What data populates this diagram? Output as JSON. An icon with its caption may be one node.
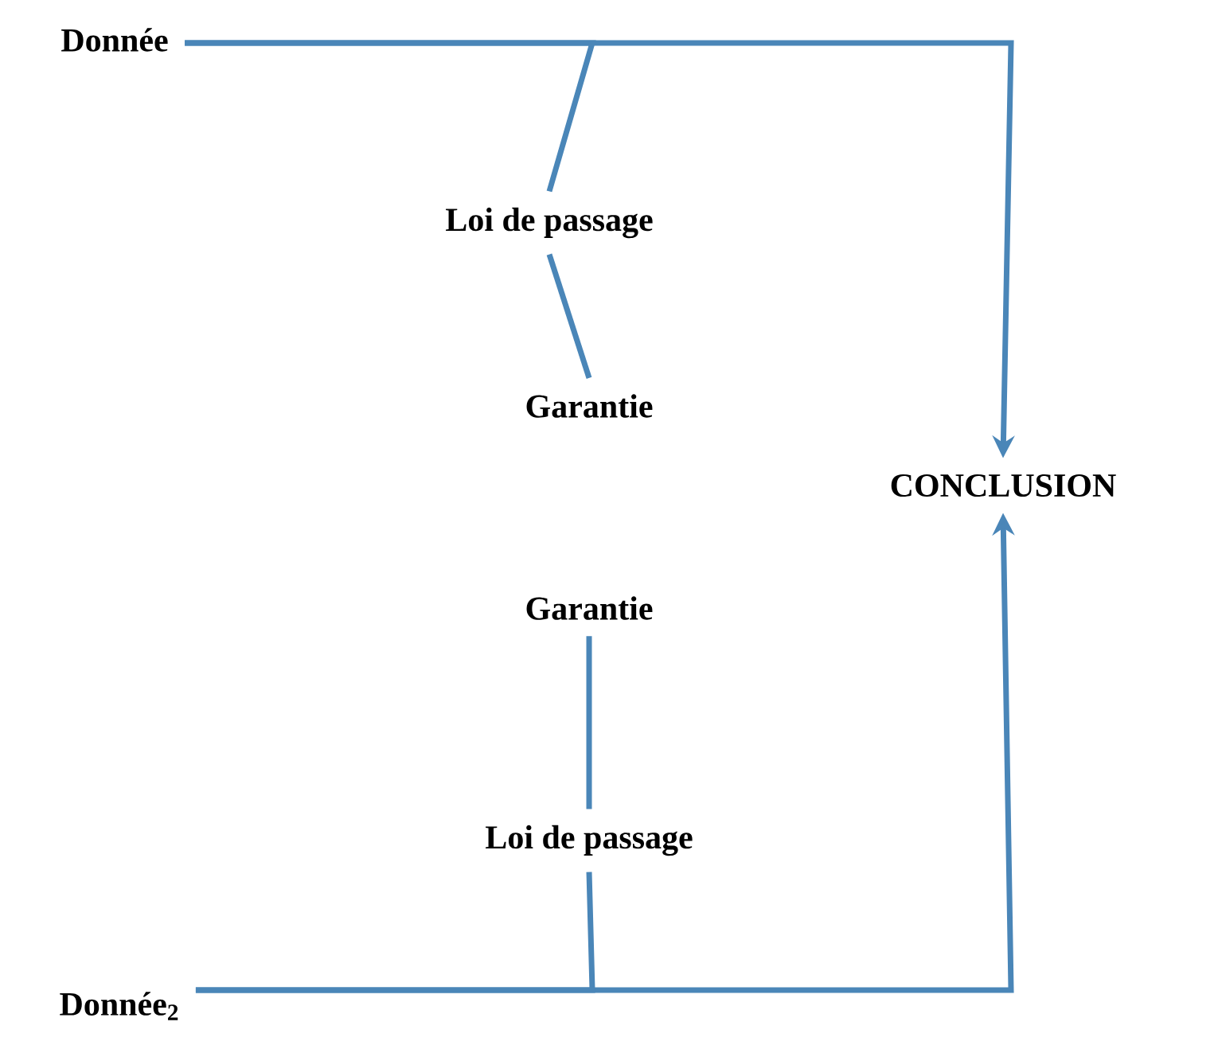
{
  "diagram": {
    "nodes": [
      {
        "text": [
          "Donnée"
        ]
      },
      {
        "text": [
          "Loi de passage"
        ]
      },
      {
        "text": [
          "Garantie"
        ]
      },
      {
        "text": [
          "CONCLUSION"
        ]
      },
      {
        "text": [
          "Garantie"
        ]
      },
      {
        "text": [
          "Loi de passage"
        ]
      },
      {
        "text": [
          "Donnée$_{2}$"
        ]
      }
    ],
    "edges": [
      {
        "from": 0,
        "to": 3,
        "arrow": "to"
      },
      {
        "from": 0,
        "to": 1,
        "arrow": "none"
      },
      {
        "from": 1,
        "to": 2,
        "arrow": "none"
      },
      {
        "from": 6,
        "to": 3,
        "arrow": "to"
      },
      {
        "from": 6,
        "to": 5,
        "arrow": "none"
      },
      {
        "from": 5,
        "to": 4,
        "arrow": "none"
      }
    ]
  }
}
